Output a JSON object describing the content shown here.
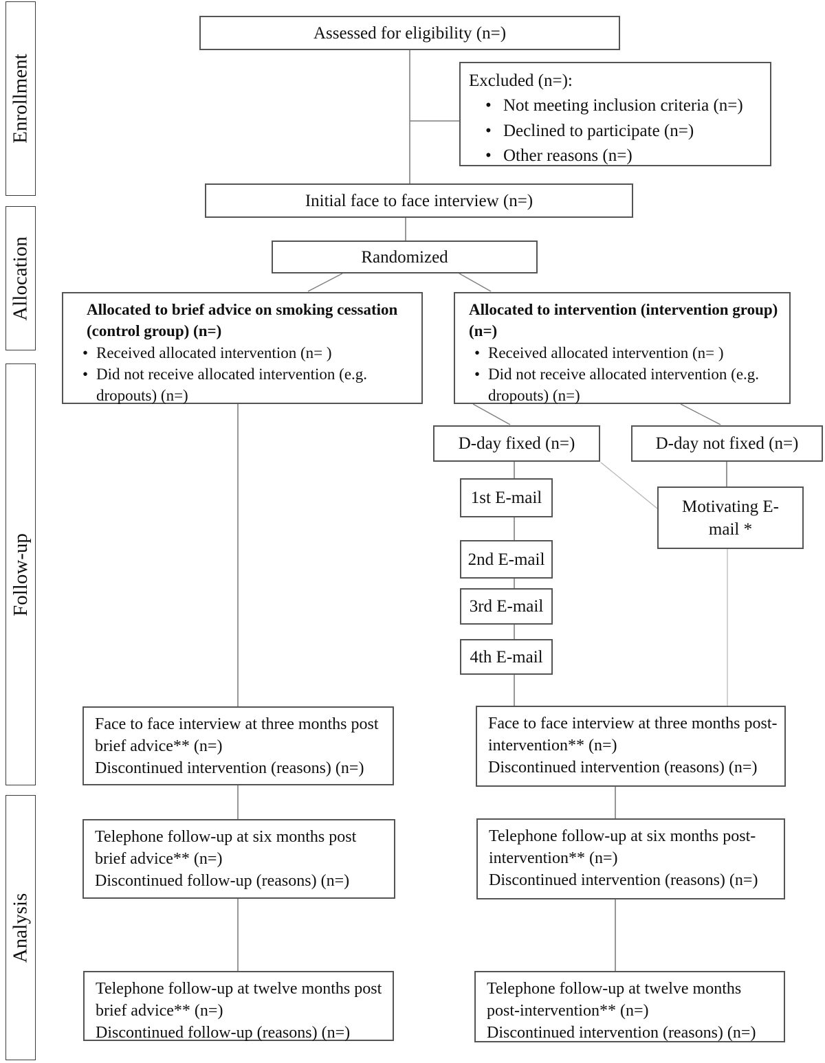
{
  "diagram": {
    "stages": {
      "enrollment": "Enrollment",
      "allocation": "Allocation",
      "followup": "Follow-up",
      "analysis": "Analysis"
    },
    "boxes": {
      "assessed": {
        "text": "Assessed for eligibility (n=)"
      },
      "excluded": {
        "title": "Excluded (n=):",
        "items": [
          "Not meeting inclusion criteria (n=)",
          "Declined to participate (n=)",
          "Other reasons (n=)"
        ]
      },
      "initial_interview": {
        "text": "Initial face to face interview (n=)"
      },
      "randomized": {
        "text": "Randomized"
      },
      "control_allocation": {
        "title": "Allocated to brief advice on smoking cessation (control group) (n=)",
        "items": [
          "Received allocated intervention (n= )",
          "Did not receive allocated intervention (e.g. dropouts) (n=)"
        ]
      },
      "intervention_allocation": {
        "title": "Allocated to intervention (intervention group) (n=)",
        "items": [
          "Received allocated intervention (n= )",
          "Did not receive allocated intervention (e.g. dropouts) (n=)"
        ]
      },
      "dday_fixed": {
        "text": "D-day fixed (n=)"
      },
      "dday_not_fixed": {
        "text": "D-day not fixed (n=)"
      },
      "email_1": {
        "text": "1st E-mail"
      },
      "email_2": {
        "text": "2nd E-mail"
      },
      "email_3": {
        "text": "3rd E-mail"
      },
      "email_4": {
        "text": "4th E-mail"
      },
      "motivating_email": {
        "text": "Motivating E-mail *"
      },
      "control_3m": {
        "line1": "Face to face interview at three months post brief advice** (n=)",
        "line2": "Discontinued intervention (reasons) (n=)"
      },
      "intervention_3m": {
        "line1": "Face to face interview at three months post-intervention** (n=)",
        "line2": "Discontinued intervention (reasons) (n=)"
      },
      "control_6m": {
        "line1": "Telephone follow-up at six months post brief advice** (n=)",
        "line2": "Discontinued follow-up (reasons) (n=)"
      },
      "intervention_6m": {
        "line1": "Telephone follow-up at six months post-intervention** (n=)",
        "line2": "Discontinued intervention (reasons) (n=)"
      },
      "control_12m": {
        "line1": "Telephone follow-up at twelve months post brief advice** (n=)",
        "line2": "Discontinued follow-up (reasons) (n=)"
      },
      "intervention_12m": {
        "line1": "Telephone follow-up at twelve months post-intervention** (n=)",
        "line2": "Discontinued intervention (reasons) (n=)"
      }
    },
    "colors": {
      "background": "#ffffff",
      "text": "#101010",
      "box_border": "#545456",
      "connector": "#7d7d7d",
      "light_connector": "#b3b3b3"
    }
  }
}
